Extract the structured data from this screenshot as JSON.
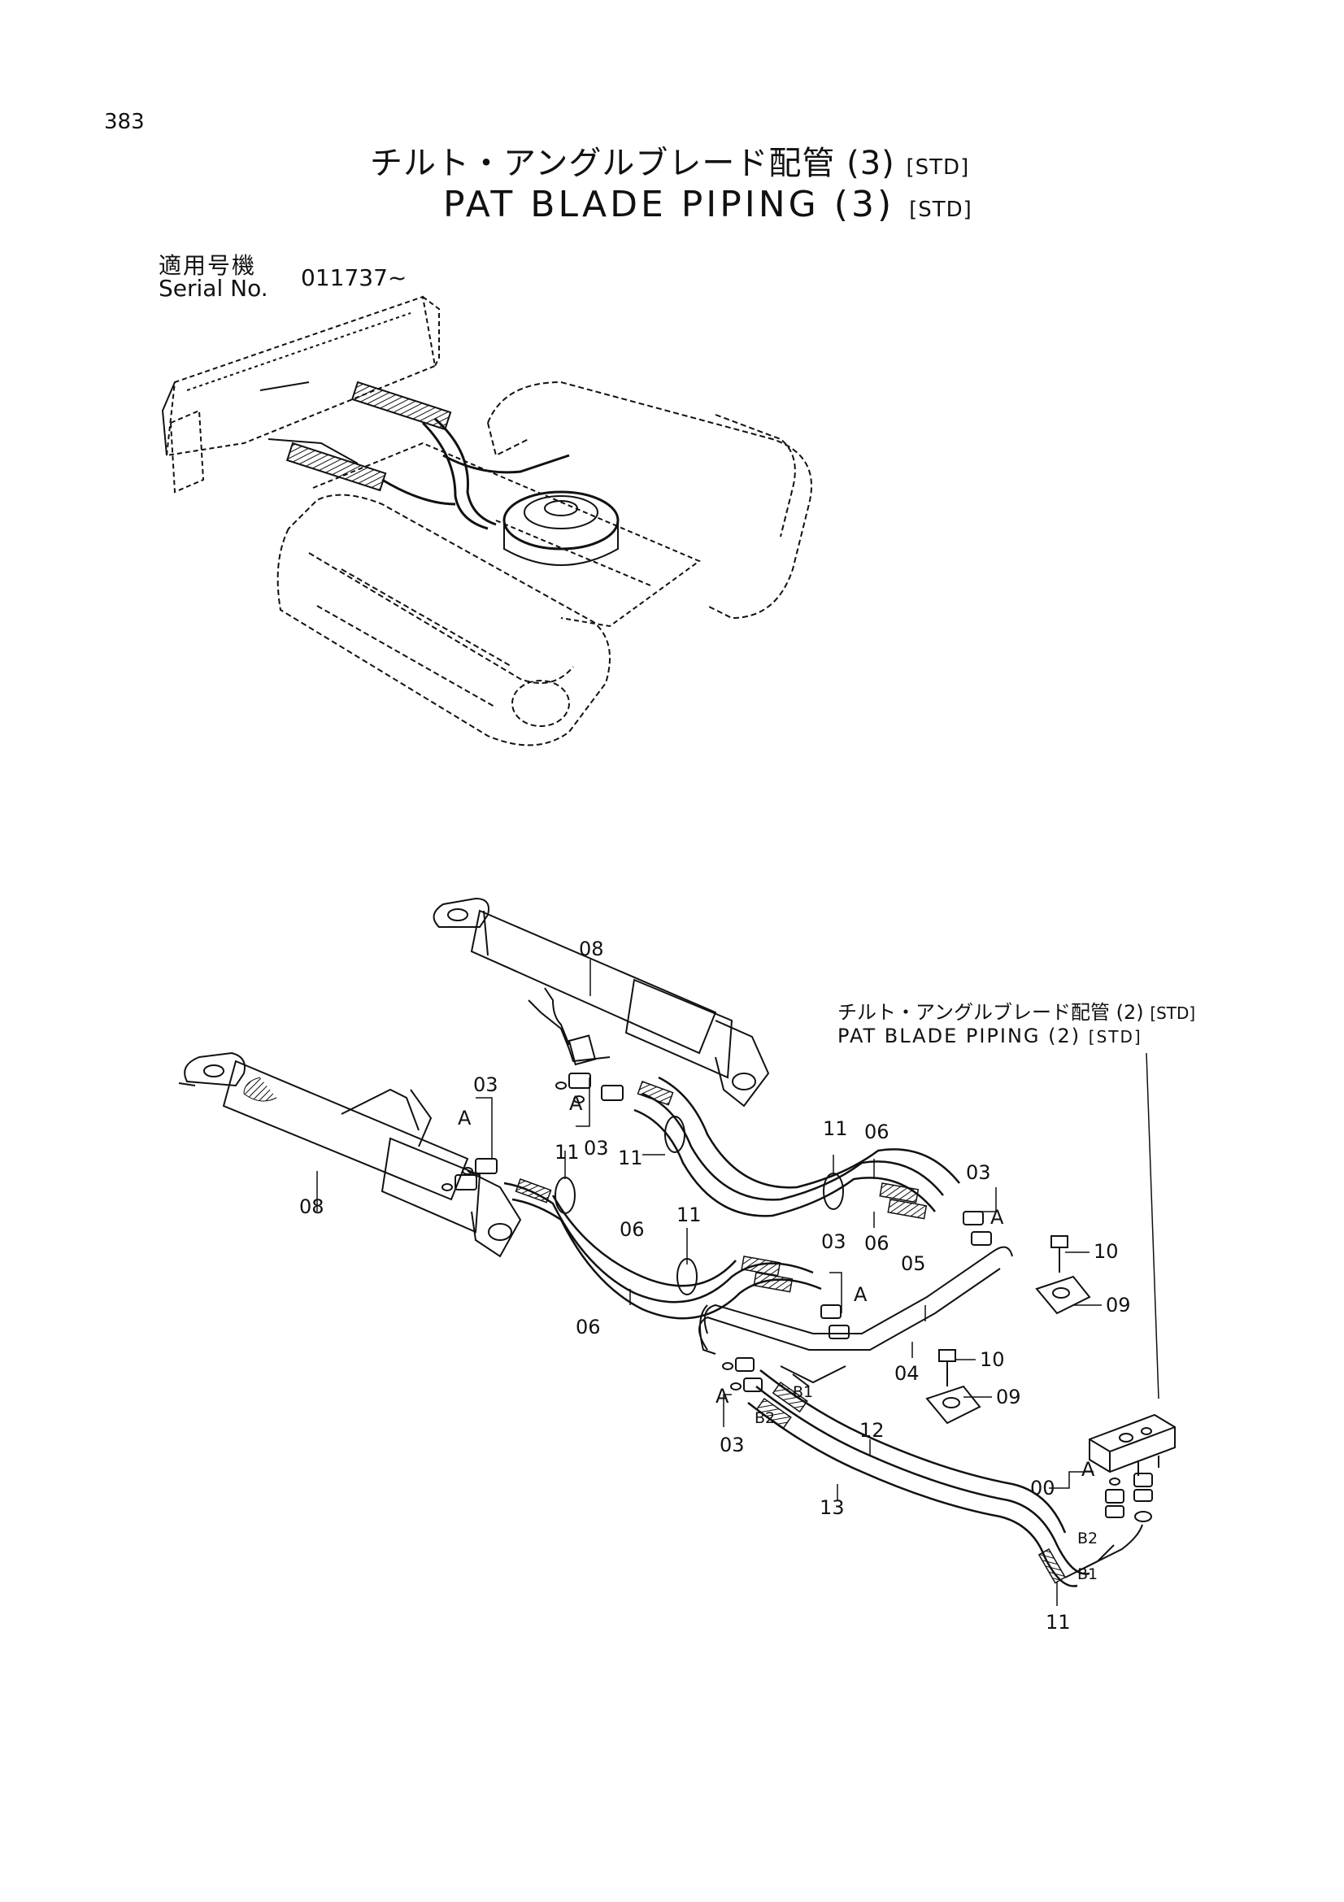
{
  "header": {
    "page_number": "383",
    "title_jp": "チルト・アングルブレード配管",
    "title_jp_suffix": "(3)",
    "title_en": "PAT BLADE PIPING",
    "title_en_suffix": "(3)",
    "std_tag": "[STD]"
  },
  "serial": {
    "label_jp": "適用号機",
    "label_en": "Serial No.",
    "value": "011737~"
  },
  "reference": {
    "title_jp": "チルト・アングルブレード配管 (2)",
    "title_en": "PAT BLADE PIPING (2)",
    "std_tag": "[STD]"
  },
  "callouts": {
    "c08a": "08",
    "c08b": "08",
    "c03a": "03",
    "c03b": "03",
    "c03c": "03",
    "c03d": "03",
    "c03e": "03",
    "c11a": "11",
    "c11b": "11",
    "c11c": "11",
    "c11d": "11",
    "c11e": "11",
    "c06a": "06",
    "c06b": "06",
    "c06c": "06",
    "c06d": "06",
    "c05": "05",
    "c04": "04",
    "c10a": "10",
    "c10b": "10",
    "c09a": "09",
    "c09b": "09",
    "c12": "12",
    "c13": "13",
    "c00": "00",
    "cAa": "A",
    "cAb": "A",
    "cAc": "A",
    "cAd": "A",
    "cAe": "A",
    "cAf": "A",
    "b1a": "B1",
    "b2a": "B2",
    "b1b": "B1",
    "b2b": "B2"
  }
}
